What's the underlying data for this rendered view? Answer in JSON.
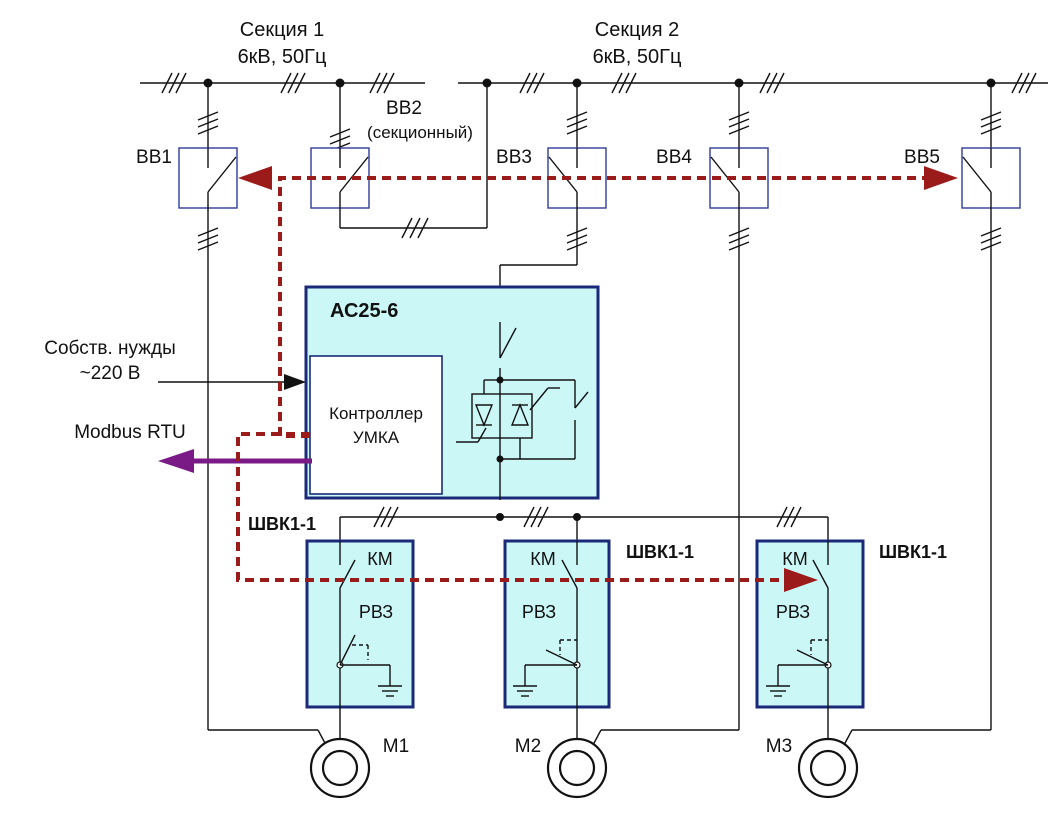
{
  "sections": [
    {
      "title": "Секция 1",
      "rating": "6кВ, 50Гц"
    },
    {
      "title": "Секция 2",
      "rating": "6кВ, 50Гц"
    }
  ],
  "breakers": {
    "bb1": "ВВ1",
    "bb2": "ВВ2",
    "bb2_note": "(секционный)",
    "bb3": "ВВ3",
    "bb4": "ВВ4",
    "bb5": "ВВ5"
  },
  "softstarter": {
    "name": "АС25-6",
    "controller_line1": "Контроллер",
    "controller_line2": "УМКА"
  },
  "aux_power": {
    "line1": "Собств. нужды",
    "line2": "~220 В"
  },
  "comm": {
    "protocol": "Modbus RTU"
  },
  "cabinets": [
    {
      "name": "ШВК1-1",
      "contactor": "КМ",
      "earthing_switch": "РВЗ"
    },
    {
      "name": "ШВК1-1",
      "contactor": "КМ",
      "earthing_switch": "РВЗ"
    },
    {
      "name": "ШВК1-1",
      "contactor": "КМ",
      "earthing_switch": "РВЗ"
    }
  ],
  "motors": [
    "М1",
    "М2",
    "М3"
  ],
  "colors": {
    "signal_path": "#9b1b1b",
    "modbus_arrow": "#7a1a86",
    "cabinet_fill": "#ccf7f7",
    "cabinet_border": "#1a2a78",
    "breaker_border": "#2f3c9a"
  }
}
